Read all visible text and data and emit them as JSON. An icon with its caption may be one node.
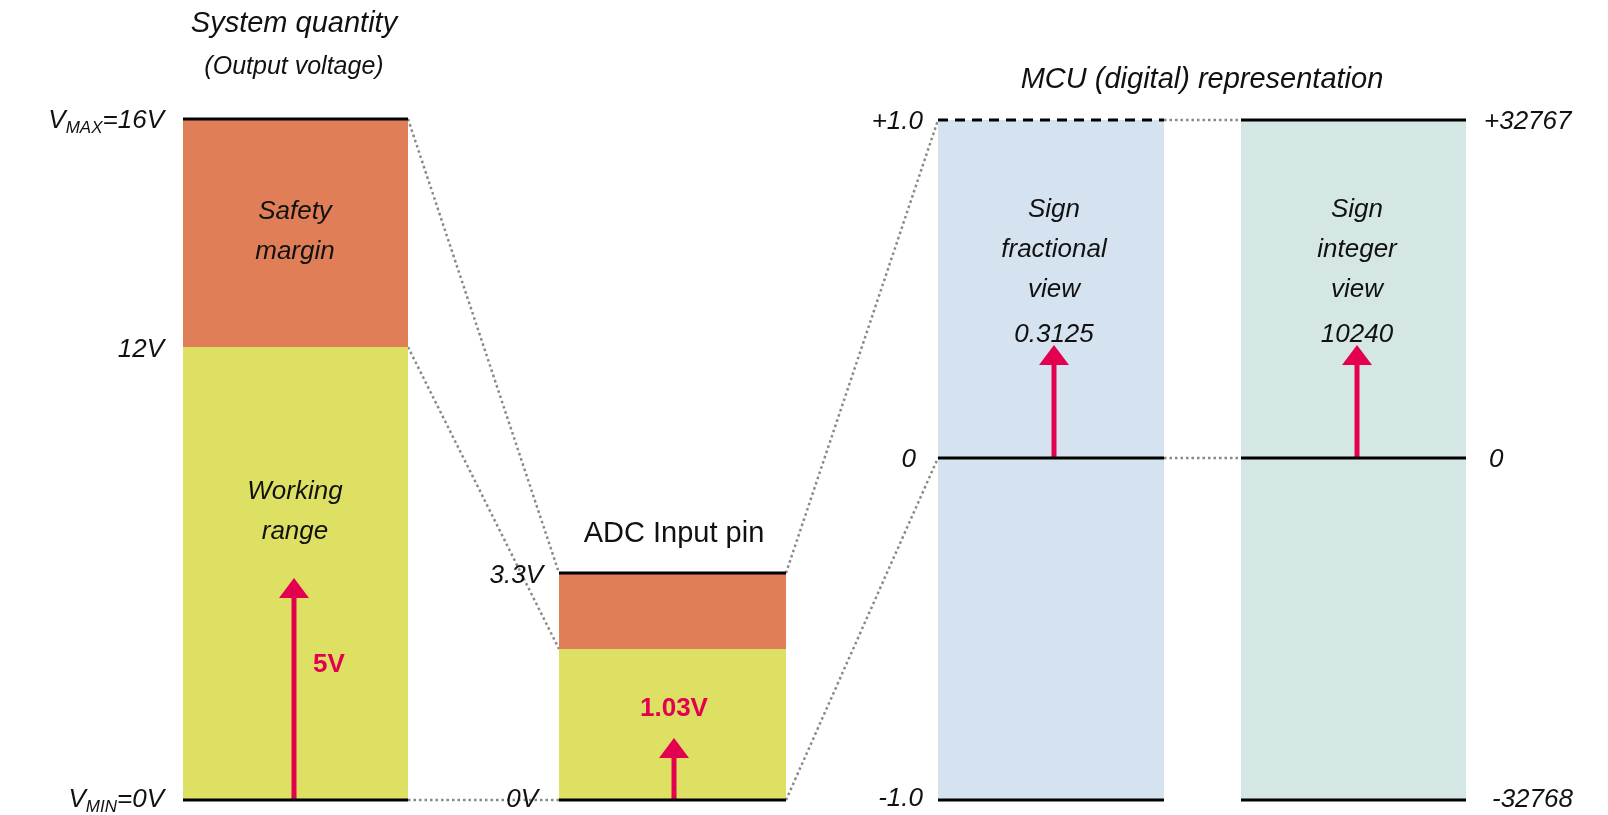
{
  "diagram": {
    "nodes": [
      {
        "text": [
          "Safety margin"
        ]
      },
      {
        "text": [
          "Working range",
          "5V"
        ]
      },
      {
        "text": [],
        "shape": "box"
      },
      {
        "text": [
          "1.03V"
        ]
      },
      {
        "text": [
          "Sign fractional view",
          "0.3125"
        ]
      },
      {
        "text": [
          "Sign integer view",
          "10240"
        ]
      }
    ],
    "edges": [
      {
        "from": 0,
        "to": 2,
        "arrow": "none"
      },
      {
        "from": 1,
        "to": 3,
        "arrow": "none"
      },
      {
        "from": 1,
        "to": 3,
        "arrow": "none"
      },
      {
        "from": 2,
        "to": 4,
        "arrow": "none"
      },
      {
        "from": 3,
        "to": 4,
        "arrow": "none"
      },
      {
        "from": 4,
        "to": 5,
        "arrow": "none"
      },
      {
        "from": 4,
        "to": 5,
        "arrow": "none"
      }
    ],
    "labels": [
      "System quantity",
      "(Output voltage)",
      "V$_{MAX}$=16V",
      "12V",
      "V$_{MIN}$=0V",
      "ADC Input pin",
      "3.3V",
      "0V",
      "MCU (digital) representation",
      "+1.0",
      "0",
      "-1.0",
      "+32767",
      "0",
      "-32768"
    ]
  }
}
